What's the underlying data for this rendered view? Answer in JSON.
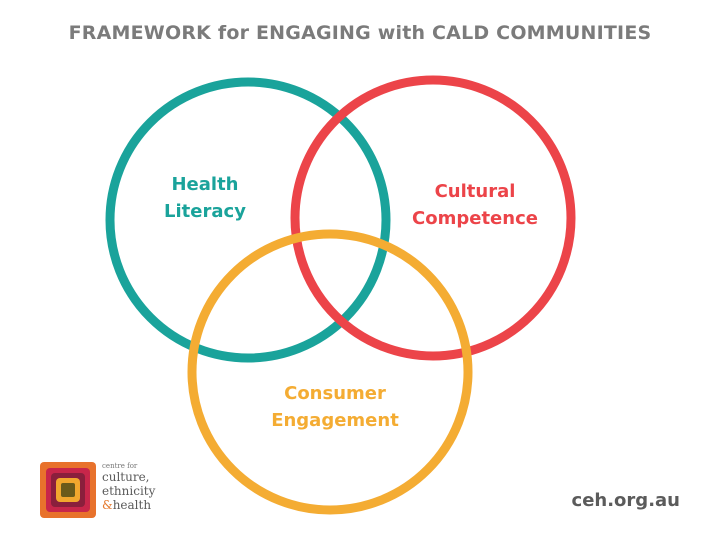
{
  "title": "FRAMEWORK for ENGAGING with CALD COMMUNITIES",
  "circles": [
    {
      "id": "health-literacy",
      "lines": [
        "Health",
        "Literacy"
      ],
      "color": "#1aa39b"
    },
    {
      "id": "cultural-competence",
      "lines": [
        "Cultural",
        "Competence"
      ],
      "color": "#ec4449"
    },
    {
      "id": "consumer-engagement",
      "lines": [
        "Consumer",
        "Engagement"
      ],
      "color": "#f4ac33"
    }
  ],
  "logo": {
    "small_text": "centre for",
    "line1": "culture,",
    "line2": "ethnicity",
    "amp": "&",
    "line3": "health",
    "colors": [
      "#e8722c",
      "#c8264a",
      "#8a1f3c",
      "#f2a72e",
      "#6b5a1a"
    ]
  },
  "website": "ceh.org.au"
}
